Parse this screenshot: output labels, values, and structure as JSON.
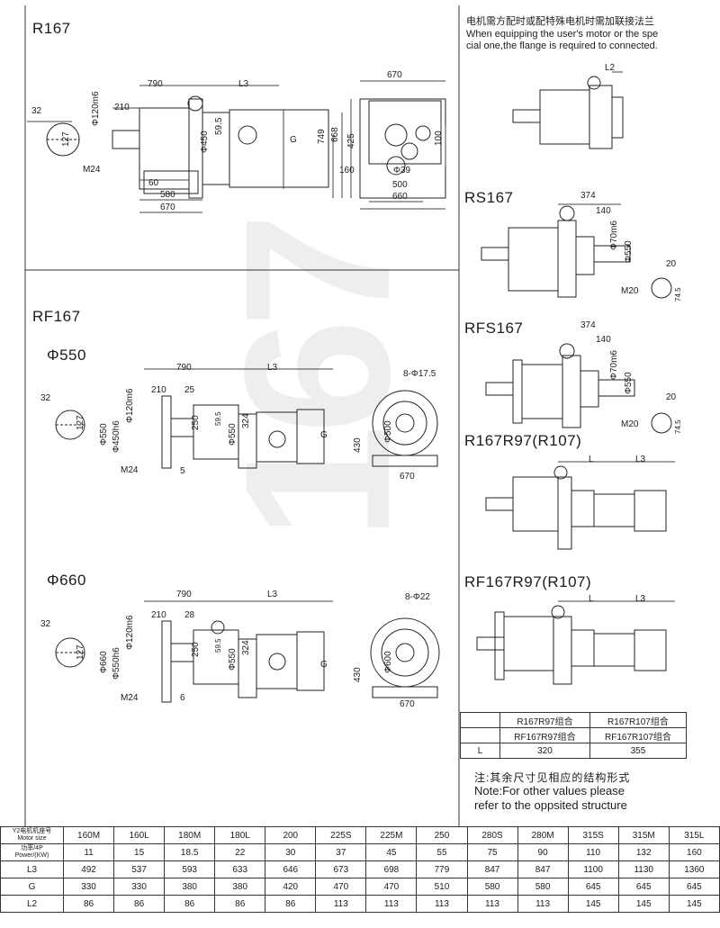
{
  "watermark": "167",
  "r167": {
    "title": "R167",
    "dims": {
      "shaft_len": "32",
      "key_w": "127",
      "flange_len": "210",
      "len_790": "790",
      "len_L3": "L3",
      "shaft_d": "Φ120m6",
      "motor_d": "Φ450",
      "box": "59.5",
      "thread": "M24",
      "foot_60": "60",
      "foot_580": "580",
      "foot_670": "670",
      "G": "G"
    },
    "side": {
      "width": "670",
      "h_749": "749",
      "h_668": "668",
      "h_425": "425",
      "h_100": "100",
      "w_160": "160",
      "hole": "Φ39",
      "w_500": "500",
      "w_660": "660"
    }
  },
  "flange_note": {
    "cn": "电机需方配时或配特殊电机时需加联接法兰",
    "en1": "When equipping the user's motor or the spe",
    "en2": "cial one,the flange is required to connected.",
    "L2": "L2"
  },
  "rs167": {
    "title": "RS167",
    "dims": {
      "len_374": "374",
      "len_140": "140",
      "shaft_d": "Φ70m6",
      "motor_d": "Φ550",
      "thread": "M20",
      "k_20": "20",
      "k_745": "74.5"
    }
  },
  "rf167": {
    "title": "RF167"
  },
  "phi550": {
    "title": "Φ550",
    "dims": {
      "shaft_len": "32",
      "key_w": "127",
      "len_790": "790",
      "len_L3": "L3",
      "len_210": "210",
      "len_25": "25",
      "shaft_d": "Φ120m6",
      "phi550": "Φ550",
      "phi450h6": "Φ450h6",
      "d_250": "250",
      "d_324": "324",
      "motor_d": "Φ550",
      "box": "59.5",
      "thread": "M24",
      "len_5": "5",
      "G": "G",
      "holes": "8-Φ17.5",
      "pcd": "Φ500",
      "h_430": "430",
      "w_670": "670"
    }
  },
  "rfs167": {
    "title": "RFS167",
    "dims": {
      "len_374": "374",
      "len_140": "140",
      "shaft_d": "Φ70m6",
      "motor_d": "Φ550",
      "thread": "M20",
      "k_20": "20",
      "k_745": "74.5"
    }
  },
  "r167r97": {
    "title": "R167R97(R107)",
    "L": "L",
    "L3": "L3"
  },
  "phi660": {
    "title": "Φ660",
    "dims": {
      "shaft_len": "32",
      "key_w": "127",
      "len_790": "790",
      "len_L3": "L3",
      "len_210": "210",
      "len_28": "28",
      "shaft_d": "Φ120m6",
      "phi660": "Φ660",
      "phi550h6": "Φ550h6",
      "d_250": "250",
      "d_324": "324",
      "motor_d": "Φ550",
      "box": "59.5",
      "thread": "M24",
      "len_6": "6",
      "G": "G",
      "holes": "8-Φ22",
      "pcd": "Φ600",
      "h_430": "430",
      "w_670": "670"
    }
  },
  "rf167r97": {
    "title": "RF167R97(R107)",
    "L": "L",
    "L3": "L3"
  },
  "combo_table": {
    "r1": [
      "R167R97组合",
      "R167R107组合"
    ],
    "r2": [
      "RF167R97组合",
      "RF167R107组合"
    ],
    "r3": [
      "L",
      "320",
      "355"
    ]
  },
  "note": {
    "cn": "注:其余尺寸见相应的结构形式",
    "en1": "Note:For other values please",
    "en2": "refer to the oppsited structure"
  },
  "spec_table": {
    "header": {
      "cn": "Y2电机机座号",
      "en": "Motor size",
      "cells": [
        "160M",
        "160L",
        "180M",
        "180L",
        "200",
        "225S",
        "225M",
        "250",
        "280S",
        "280M",
        "315S",
        "315M",
        "315L"
      ]
    },
    "power": {
      "cn": "功率/4P",
      "en": "Power/(KW)",
      "cells": [
        "11",
        "15",
        "18.5",
        "22",
        "30",
        "37",
        "45",
        "55",
        "75",
        "90",
        "110",
        "132",
        "160"
      ]
    },
    "L3": {
      "label": "L3",
      "cells": [
        "492",
        "537",
        "593",
        "633",
        "646",
        "673",
        "698",
        "779",
        "847",
        "847",
        "1100",
        "1130",
        "1360"
      ]
    },
    "G": {
      "label": "G",
      "cells": [
        "330",
        "330",
        "380",
        "380",
        "420",
        "470",
        "470",
        "510",
        "580",
        "580",
        "645",
        "645",
        "645"
      ]
    },
    "L2": {
      "label": "L2",
      "cells": [
        "86",
        "86",
        "86",
        "86",
        "86",
        "113",
        "113",
        "113",
        "113",
        "113",
        "145",
        "145",
        "145"
      ]
    }
  }
}
